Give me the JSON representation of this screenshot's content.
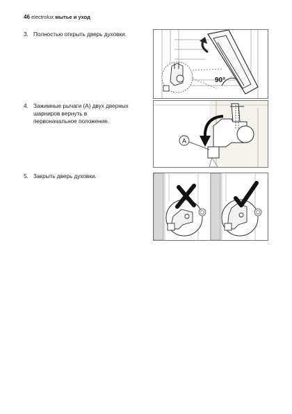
{
  "header": {
    "page_number": "46",
    "brand": "electrolux",
    "section": "мытье и уход"
  },
  "steps": [
    {
      "number": "3.",
      "text": "Полностью открыть дверь духовки."
    },
    {
      "number": "4.",
      "lines": [
        "Зажимные рычаги (A) двух дверных",
        "шарниров вернуть в",
        "первоначальное положение."
      ]
    },
    {
      "number": "5.",
      "text": "Закрыть дверь духовки."
    }
  ],
  "figures": {
    "fig1": {
      "angle_label": "90°"
    },
    "fig2": {
      "lever_label": "A"
    },
    "fig3": {
      "wrong_mark": "cross-icon",
      "right_mark": "check-icon"
    }
  },
  "colors": {
    "line": "#333333",
    "light_line": "#888888",
    "fill_light": "#f2f2f2"
  }
}
